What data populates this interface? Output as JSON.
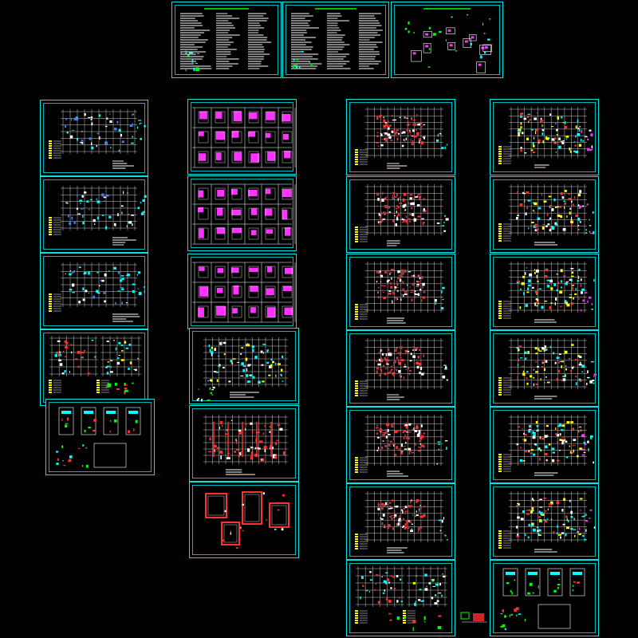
{
  "palette": {
    "background": "#000000",
    "frame": "#00e5e5",
    "grid": "#c8c8c8",
    "dim": "#00ff00",
    "red": "#ff3030",
    "magenta": "#ff33ff",
    "yellow": "#ffff00",
    "cyan": "#00ffff",
    "blue": "#4080ff",
    "white": "#ffffff"
  },
  "sheet_types": [
    "notes",
    "detail-sheet",
    "plan-cyan",
    "plan-mixed",
    "detail-small",
    "column-table",
    "plan-yellow",
    "plan-red",
    "section-red",
    "plan-dense-red",
    "plan-yellow-red"
  ],
  "columns": [
    {
      "id": "header-row",
      "sheets": [
        "notes",
        "notes",
        "detail-sheet"
      ]
    },
    {
      "id": "column-1",
      "sheets": [
        "plan-cyan",
        "plan-cyan",
        "plan-cyan",
        "plan-mixed",
        "detail-small"
      ]
    },
    {
      "id": "column-2",
      "sheets": [
        "column-table",
        "column-table",
        "column-table",
        "plan-yellow",
        "plan-red",
        "section-red"
      ]
    },
    {
      "id": "column-3",
      "sheets": [
        "plan-dense-red",
        "plan-dense-red",
        "plan-dense-red",
        "plan-dense-red",
        "plan-dense-red",
        "plan-dense-red",
        "plan-mixed"
      ]
    },
    {
      "id": "column-4",
      "sheets": [
        "plan-yellow-red",
        "plan-yellow-red",
        "plan-yellow-red",
        "plan-yellow-red",
        "plan-yellow-red",
        "plan-yellow-red",
        "detail-small"
      ]
    }
  ]
}
